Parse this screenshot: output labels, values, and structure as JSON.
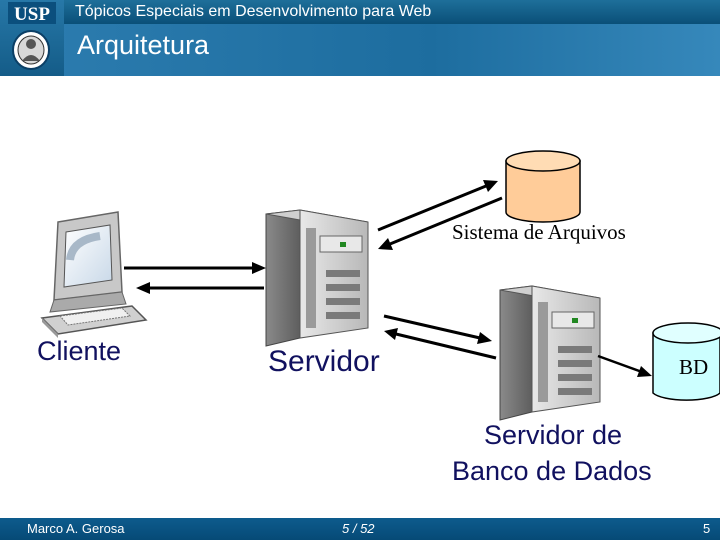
{
  "header": {
    "course_title": "Tópicos Especiais em Desenvolvimento para Web",
    "section_title": "Arquitetura",
    "logo_text": "USP"
  },
  "diagram": {
    "client_label": "Cliente",
    "server_label": "Servidor",
    "file_system_label": "Sistema de Arquivos",
    "db_label": "BD",
    "db_server_label_line1": "Servidor de",
    "db_server_label_line2": "Banco de Dados"
  },
  "footer": {
    "author": "Marco A. Gerosa",
    "page_info": "5 / 52",
    "slide_number": "5"
  },
  "colors": {
    "header_blue": "#1d6d9f",
    "label_navy": "#11115f",
    "file_cylinder": "#ffcc99",
    "db_cylinder": "#ccffff"
  }
}
